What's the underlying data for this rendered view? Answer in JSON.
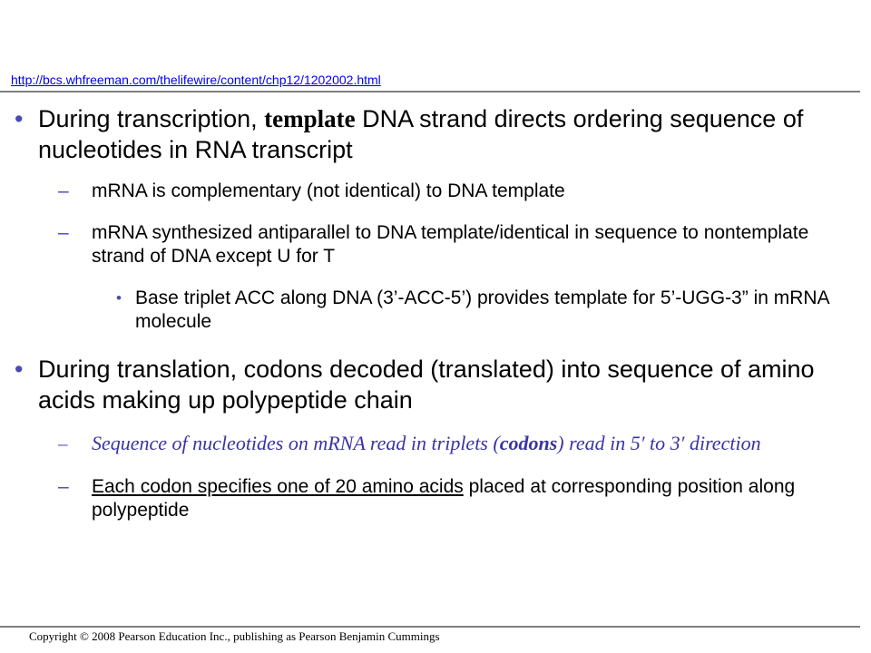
{
  "header": {
    "url": "http://bcs.whfreeman.com/thelifewire/content/chp12/1202002.html"
  },
  "colors": {
    "link": "#0000ee",
    "bullet": "#4a4ab4",
    "italic_text": "#3a33a3",
    "rule": "#7f7f7f"
  },
  "icons": {
    "bullet": "bullet-dot-icon",
    "dash": "dash-icon"
  },
  "bullets": [
    {
      "marker": "•",
      "pre": "During transcription, ",
      "bold": "template",
      "post": " DNA strand directs ordering sequence of nucleotides in RNA transcript",
      "sub": [
        {
          "marker": "–",
          "text": "mRNA is complementary (not identical) to DNA template"
        },
        {
          "marker": "–",
          "text": "mRNA synthesized antiparallel to DNA template/identical in sequence to nontemplate strand of DNA except U for T",
          "sub": [
            {
              "marker": "•",
              "text": "Base triplet ACC along DNA (3’-ACC-5’) provides template for 5’-UGG-3” in mRNA molecule"
            }
          ]
        }
      ]
    },
    {
      "marker": "•",
      "text": "During translation, codons decoded (translated) into sequence of amino acids making up polypeptide chain",
      "sub": [
        {
          "marker": "–",
          "pre": "Sequence of nucleotides on mRNA read in triplets (",
          "bold": "codons",
          "post": ") read in 5′ to 3′ direction"
        },
        {
          "marker": "–",
          "underlined": "Each codon specifies one of 20 amino acids",
          "post": " placed at corresponding position along polypeptide"
        }
      ]
    }
  ],
  "footer": {
    "copyright": "Copyright © 2008 Pearson Education Inc., publishing as Pearson Benjamin Cummings"
  }
}
